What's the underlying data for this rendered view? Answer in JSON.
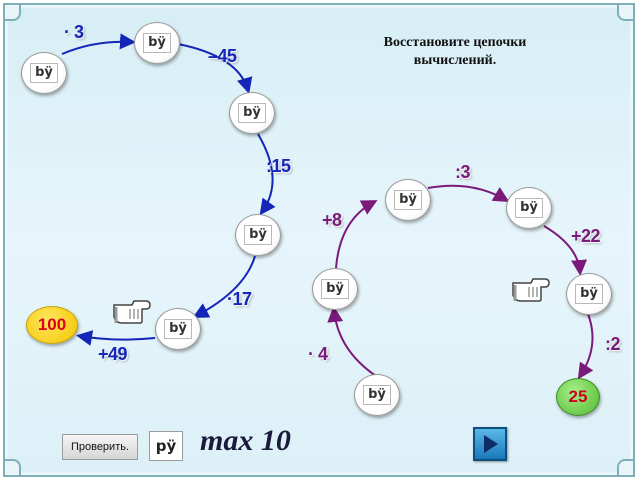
{
  "title_line1": "Восстановите цепочки",
  "title_line2": "вычислений.",
  "node_text": "bÿ",
  "start_value": "100",
  "finish_value": "25",
  "ops": {
    "mul3": "· 3",
    "minus45": "–45",
    "div15": ":15",
    "mul17": "·17",
    "plus49": "+49",
    "div3": ":3",
    "plus8": "+8",
    "plus22": "+22",
    "mul4": "· 4",
    "div2": ":2"
  },
  "check_label": "Проверить.",
  "counter_value": "pÿ",
  "max_label": "max 10",
  "colors": {
    "chain1": "#1426b8",
    "chain2": "#7a1a7a",
    "start_fill": "#f3c400",
    "finish_fill": "#52b82d"
  },
  "icons": [
    "pointing-hand-icon",
    "play-button-icon"
  ]
}
